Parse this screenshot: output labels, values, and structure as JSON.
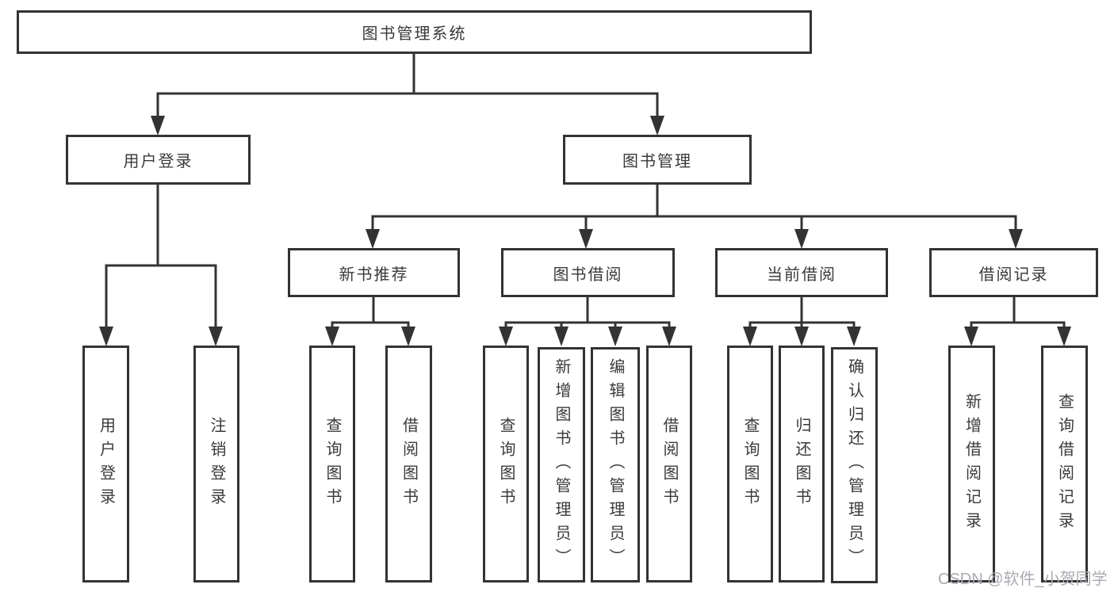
{
  "diagram_title": "图书管理系统",
  "watermark": {
    "text": "CSDN @软件_小贺同学"
  },
  "colors": {
    "line": "#333333",
    "box_border": "#333333",
    "text": "#3a3a3a",
    "watermark": "#aaaab2",
    "background": "#ffffff"
  },
  "tree": {
    "root": {
      "label": "图书管理系统",
      "children": [
        {
          "label": "用户登录",
          "children": [
            {
              "label": "用户登录"
            },
            {
              "label": "注销登录"
            }
          ]
        },
        {
          "label": "图书管理",
          "children": [
            {
              "label": "新书推荐",
              "children": [
                {
                  "label": "查询图书"
                },
                {
                  "label": "借阅图书"
                }
              ]
            },
            {
              "label": "图书借阅",
              "children": [
                {
                  "label": "查询图书"
                },
                {
                  "label": "新增图书（管理员）"
                },
                {
                  "label": "编辑图书（管理员）"
                },
                {
                  "label": "借阅图书"
                }
              ]
            },
            {
              "label": "当前借阅",
              "children": [
                {
                  "label": "查询图书"
                },
                {
                  "label": "归还图书"
                },
                {
                  "label": "确认归还（管理员）"
                }
              ]
            },
            {
              "label": "借阅记录",
              "children": [
                {
                  "label": "新增借阅记录"
                },
                {
                  "label": "查询借阅记录"
                }
              ]
            }
          ]
        }
      ]
    }
  }
}
